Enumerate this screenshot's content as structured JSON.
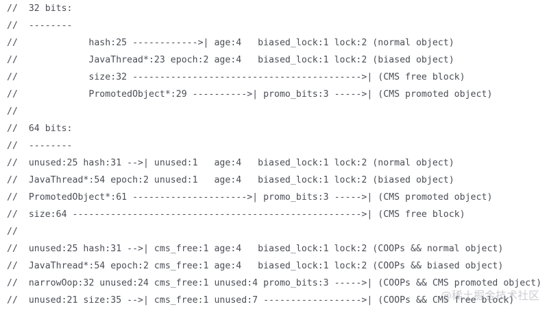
{
  "document": {
    "kind": "source-code-comment-block",
    "language": "cpp",
    "background_color": "#ffffff",
    "text_color": "#4a4d55",
    "watermark_color": "rgba(120,124,136,0.38)"
  },
  "code": {
    "lines": [
      "//  32 bits:",
      "//  --------",
      "//             hash:25 ------------>| age:4   biased_lock:1 lock:2 (normal object)",
      "//             JavaThread*:23 epoch:2 age:4   biased_lock:1 lock:2 (biased object)",
      "//             size:32 ------------------------------------------>| (CMS free block)",
      "//             PromotedObject*:29 ---------->| promo_bits:3 ----->| (CMS promoted object)",
      "//",
      "//  64 bits:",
      "//  --------",
      "//  unused:25 hash:31 -->| unused:1   age:4   biased_lock:1 lock:2 (normal object)",
      "//  JavaThread*:54 epoch:2 unused:1   age:4   biased_lock:1 lock:2 (biased object)",
      "//  PromotedObject*:61 --------------------->| promo_bits:3 ----->| (CMS promoted object)",
      "//  size:64 ----------------------------------------------------->| (CMS free block)",
      "//",
      "//  unused:25 hash:31 -->| cms_free:1 age:4   biased_lock:1 lock:2 (COOPs && normal object)",
      "//  JavaThread*:54 epoch:2 cms_free:1 age:4   biased_lock:1 lock:2 (COOPs && biased object)",
      "//  narrowOop:32 unused:24 cms_free:1 unused:4 promo_bits:3 ----->| (COOPs && CMS promoted object)",
      "//  unused:21 size:35 -->| cms_free:1 unused:7 ------------------>| (COOPs && CMS free block)"
    ]
  },
  "watermark": {
    "text": "@稀土掘金技术社区"
  }
}
